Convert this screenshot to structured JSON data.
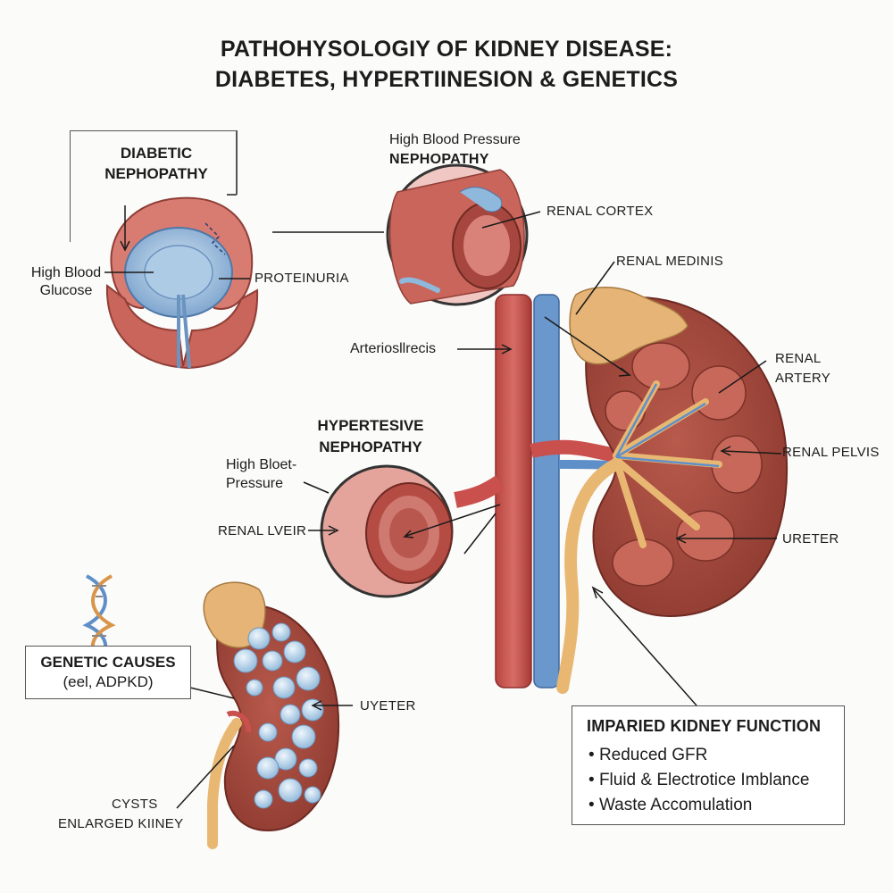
{
  "title": {
    "line1": "PATHOHYSOLOGIY OF KIDNEY DISEASE:",
    "line2": "DIABETES, HYPERTIINESION & GENETICS"
  },
  "diabetic": {
    "title_line1": "DIABETIC",
    "title_line2": "NEPHOPATHY",
    "glucose_line1": "High Blood",
    "glucose_line2": "Glucose",
    "proteinuria": "PROTEINURIA"
  },
  "hbp": {
    "line1": "High Blood Pressure",
    "line2": "NEPHOPATHY",
    "renal_cortex": "RENAL CORTEX",
    "renal_medinis": "RENAL MEDINIS"
  },
  "kidney_labels": {
    "arteriosclerosis": "Arteriosllrecis",
    "renal_artery_line1": "RENAL",
    "renal_artery_line2": "ARTERY",
    "renal_pelvis": "RENAL PELVIS",
    "ureter": "URETER"
  },
  "hypertensive": {
    "title_line1": "HYPERTESIVE",
    "title_line2": "NEPHOPATHY",
    "pressure_line1": "High Bloet-",
    "pressure_line2": "Pressure",
    "renal_vein": "RENAL LVEIR"
  },
  "genetic": {
    "title": "GENETIC CAUSES",
    "subtitle": "(eel, ADPKD)",
    "uyeter": "UYETER",
    "cysts": "CYSTS",
    "enlarged": "ENLARGED KIINEY"
  },
  "impaired": {
    "title": "IMPARIED KIDNEY FUNCTION",
    "items": [
      "Reduced GFR",
      "Fluid & Electrotice Imblance",
      "Waste Accomulation"
    ]
  },
  "colors": {
    "artery_red": "#c9504d",
    "vein_blue": "#5f8fc8",
    "kidney_brown": "#a64a3c",
    "adrenal_tan": "#e5b476",
    "cyst_blue": "#b7d3ea"
  },
  "icons": [
    "dna-icon"
  ]
}
